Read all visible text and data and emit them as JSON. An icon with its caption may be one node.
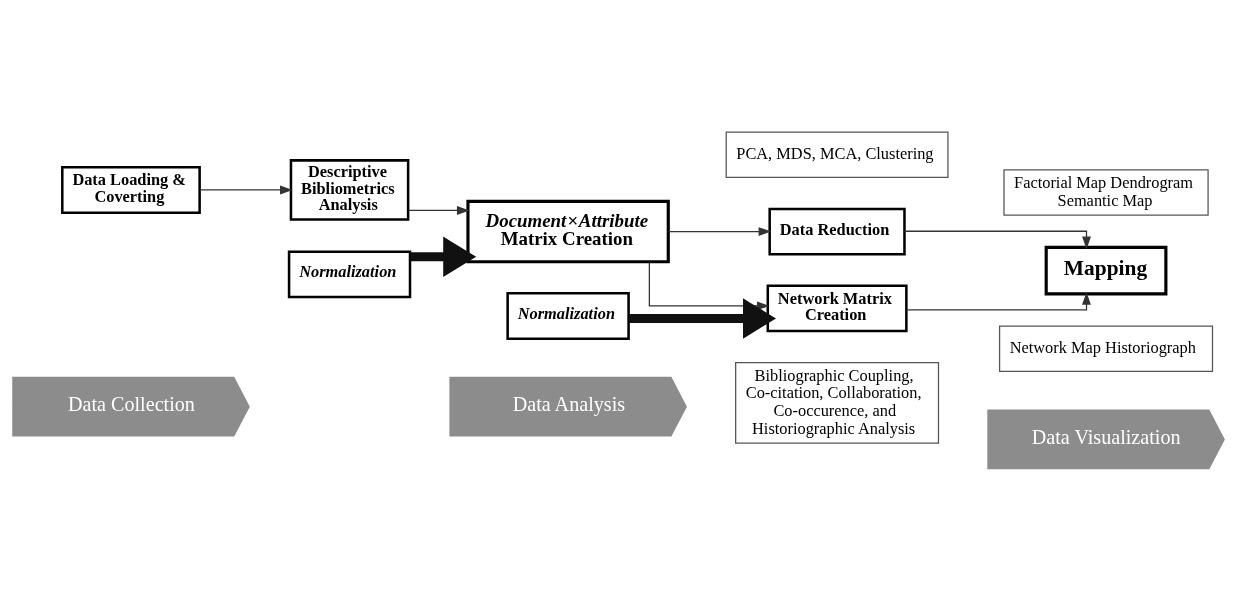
{
  "diagram": {
    "nodes": [
      {
        "text": [
          "Data Collection"
        ]
      },
      {
        "text": [
          "Data Analysis"
        ]
      },
      {
        "text": [
          "Data Visualization"
        ]
      },
      {
        "text": [
          "Data Loading & Coverting"
        ]
      },
      {
        "text": [
          "Descriptive Bibliometrics Analysis"
        ]
      },
      {
        "text": [
          "Normalization"
        ]
      },
      {
        "text": [
          "*Document*×*Attribute* Matrix Creation"
        ]
      },
      {
        "text": [
          "PCA, MDS, MCA, Clustering"
        ]
      },
      {
        "text": [
          "Data Reduction"
        ]
      },
      {
        "text": [
          "Factorial Map Dendrogram Semantic Map"
        ]
      },
      {
        "text": [
          "Mapping"
        ]
      },
      {
        "text": [
          "Normalization"
        ]
      },
      {
        "text": [
          "Network Map Historiograph"
        ]
      },
      {
        "text": [
          "Network Matrix Creation"
        ]
      },
      {
        "text": [
          "Bibliographic Coupling, Co-citation, Collaboration, Co-occurence, and Historiographic Analysis"
        ]
      }
    ],
    "edges": [
      {
        "from": 3,
        "to": 4,
        "arrow": "to"
      },
      {
        "from": 4,
        "to": 6,
        "arrow": "to"
      },
      {
        "from": 5,
        "to": 6,
        "arrow": "to",
        "style": "thick"
      },
      {
        "from": 6,
        "to": 8,
        "arrow": "to"
      },
      {
        "from": 6,
        "to": 13,
        "arrow": "to"
      },
      {
        "from": 8,
        "to": 10,
        "arrow": "to"
      },
      {
        "from": 13,
        "to": 10,
        "arrow": "to"
      },
      {
        "from": 11,
        "to": 13,
        "arrow": "to",
        "style": "thick"
      }
    ]
  }
}
